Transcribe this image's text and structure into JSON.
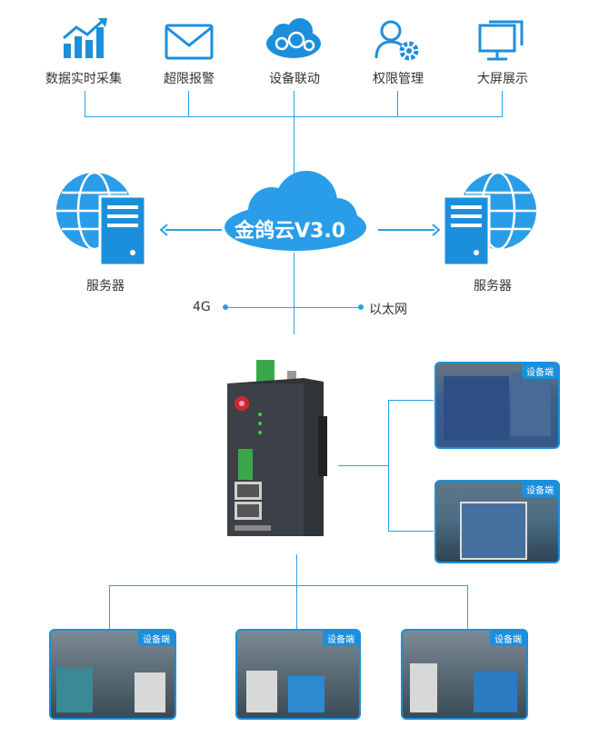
{
  "top_items": [
    {
      "label": "数据实时采集",
      "icon": "bar-chart-icon"
    },
    {
      "label": "超限报警",
      "icon": "mail-icon"
    },
    {
      "label": "设备联动",
      "icon": "gears-cloud-icon"
    },
    {
      "label": "权限管理",
      "icon": "user-gear-icon"
    },
    {
      "label": "大屏展示",
      "icon": "monitor-icon"
    }
  ],
  "cloud": {
    "label": "金鸽云V3.0"
  },
  "servers": {
    "left": "服务器",
    "right": "服务器"
  },
  "links": {
    "left": "4G",
    "right": "以太网"
  },
  "device_tag": "设备端",
  "colors": {
    "accent": "#1c8fdc",
    "line": "#2aa0e8",
    "cloud": "#2a9de8"
  }
}
